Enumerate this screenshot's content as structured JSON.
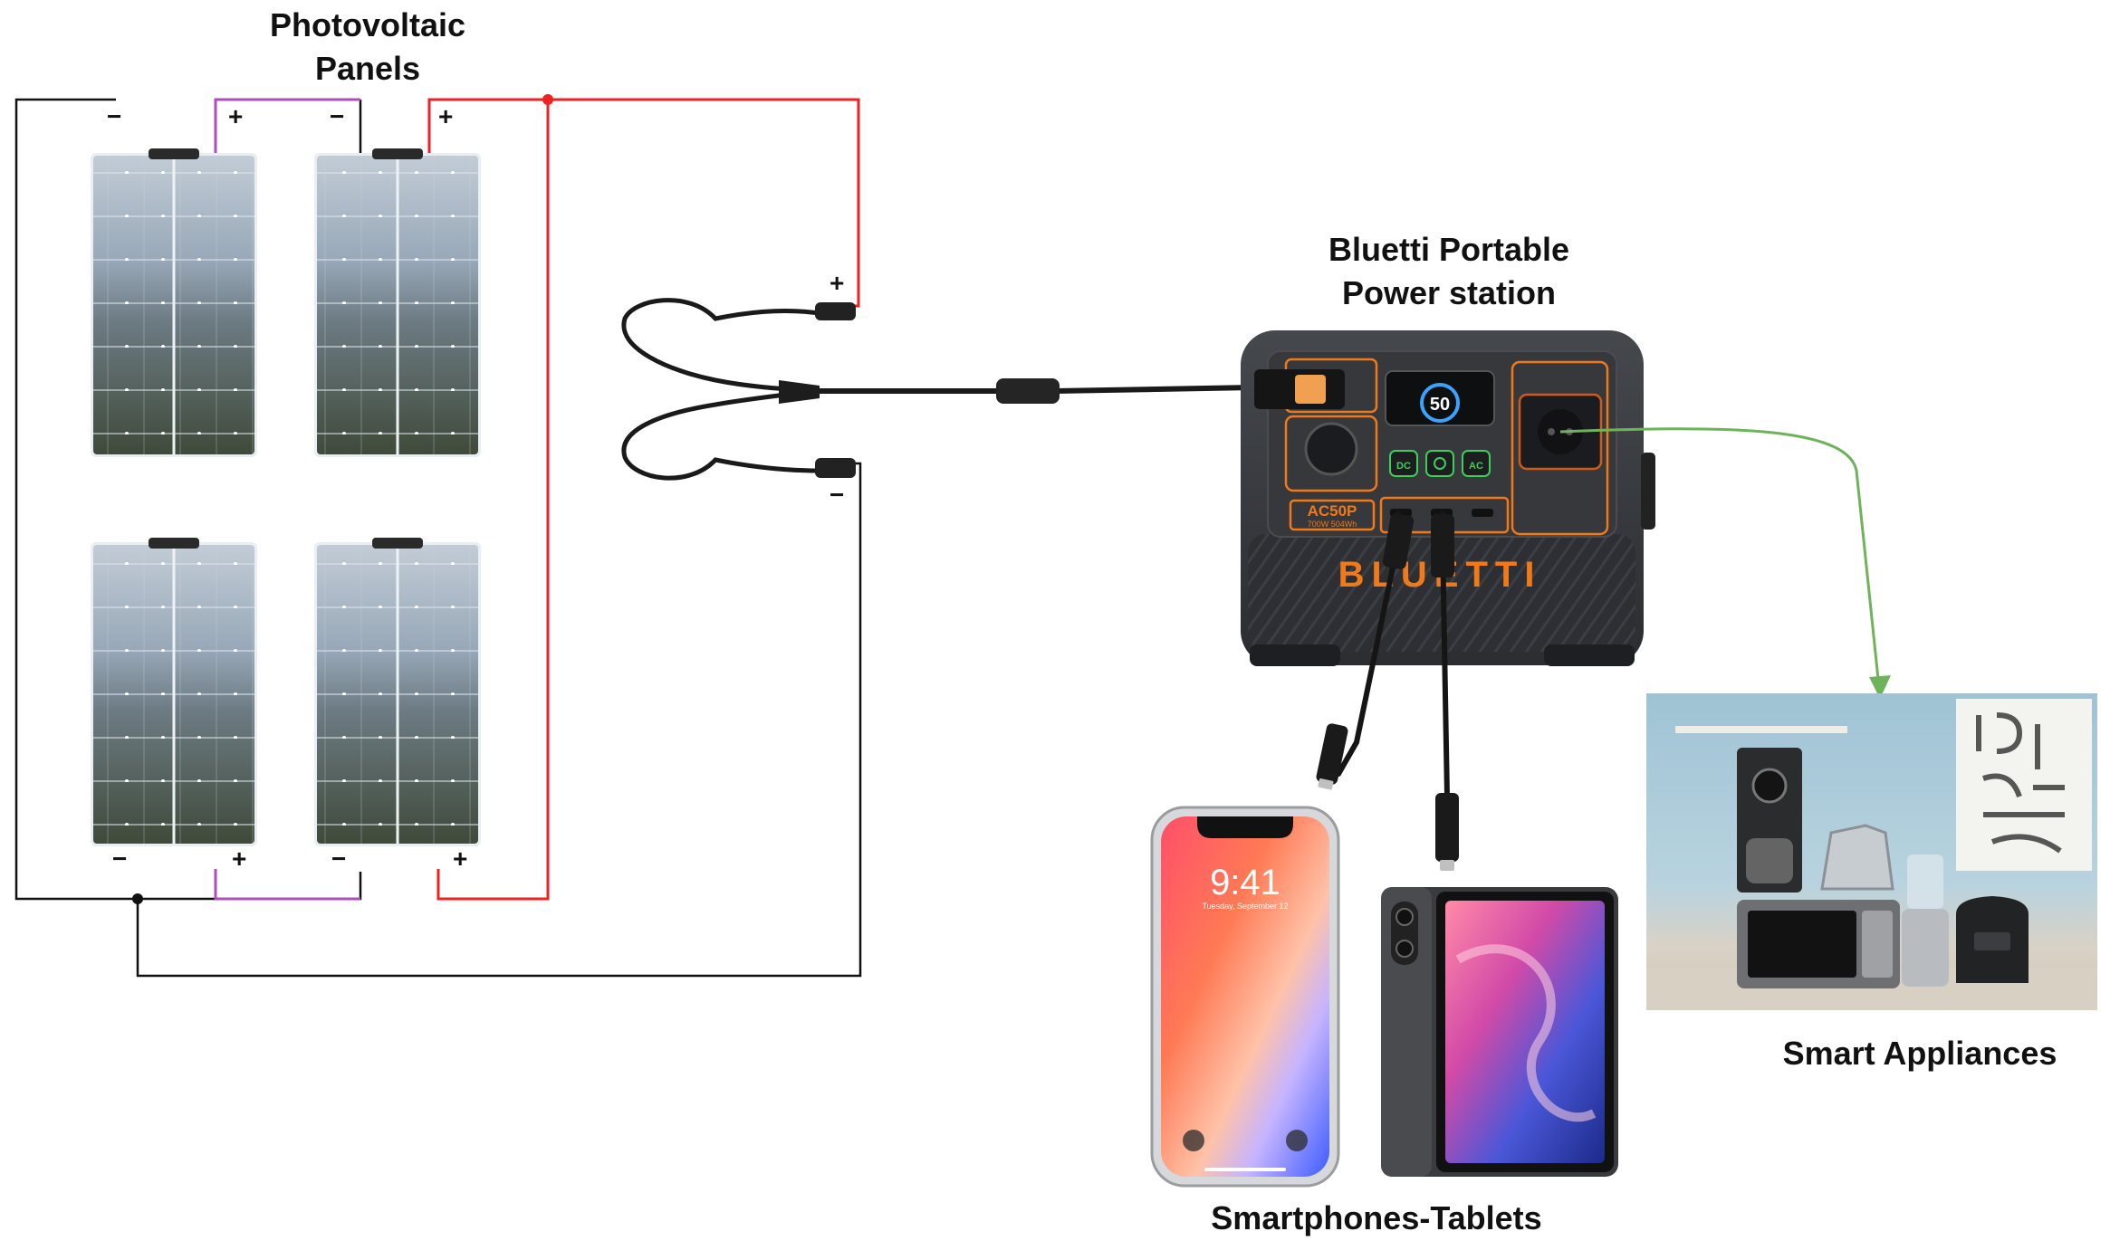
{
  "labels": {
    "panels_line1": "Photovoltaic",
    "panels_line2": "Panels",
    "station_line1": "Bluetti Portable",
    "station_line2": "Power station",
    "devices": "Smartphones-Tablets",
    "appliances": "Smart Appliances"
  },
  "polarity": {
    "minus": "−",
    "plus": "+"
  },
  "station": {
    "brand": "BLUETTI",
    "model": "AC50P",
    "spec": "700W 504Wh",
    "display_percent": "50",
    "btn_dc": "DC",
    "btn_ac": "AC"
  },
  "phone": {
    "time": "9:41",
    "date": "Tuesday, September 12"
  },
  "colors": {
    "positive_wire": "#ee2222",
    "series_link": "#b04bbf",
    "negative_wire": "#111111",
    "ac_wire": "#6db35a",
    "station_accent": "#f07a1a",
    "station_body": "#3a3c40"
  }
}
